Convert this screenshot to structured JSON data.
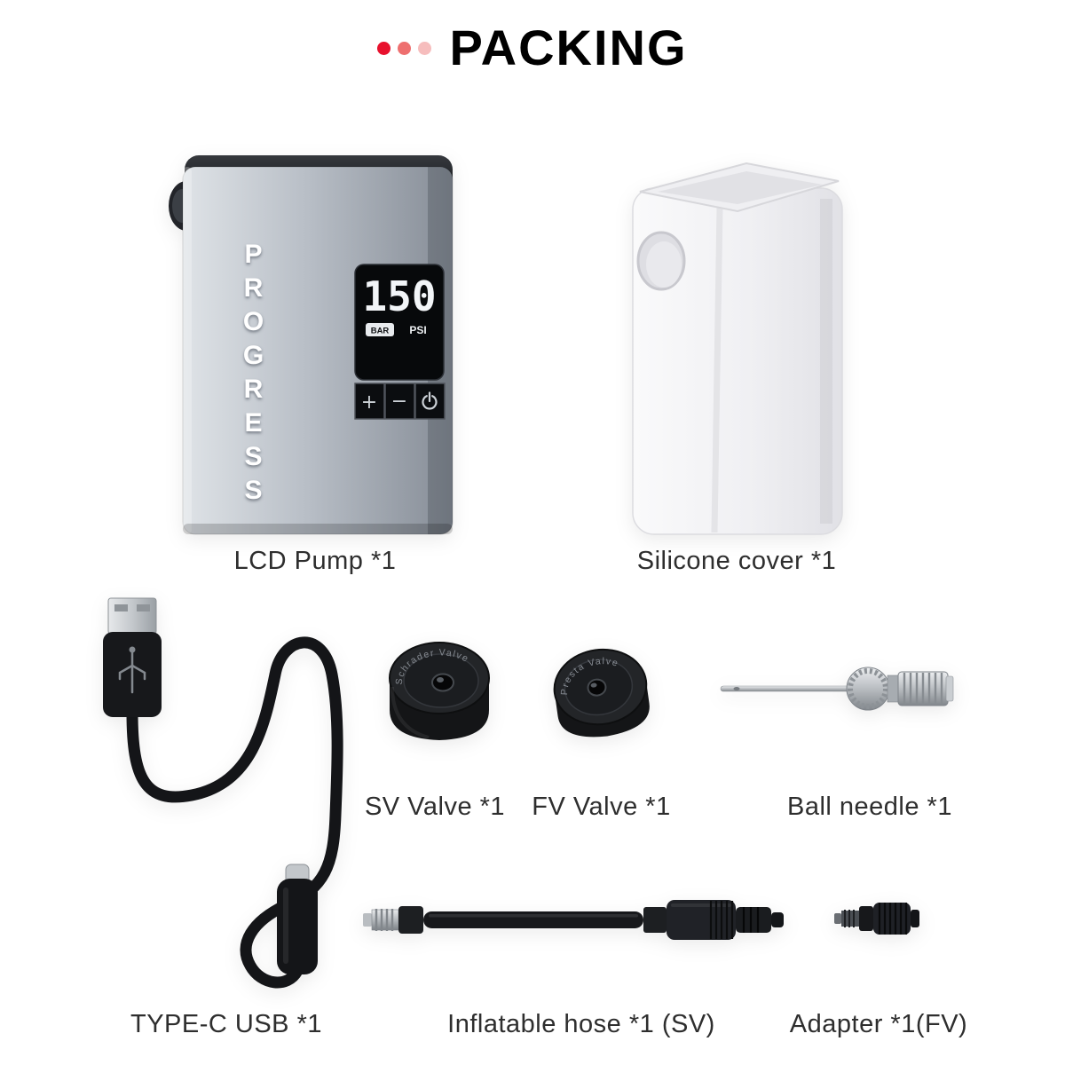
{
  "header": {
    "title": "PACKING",
    "dots": [
      "#e8112d",
      "#ee6f6f",
      "#f6bdbd"
    ]
  },
  "products": {
    "lcd_pump": {
      "label": "LCD Pump *1",
      "brand": "PROGRESS",
      "display": {
        "value": "150",
        "unit_box": "BAR",
        "unit": "PSI"
      },
      "buttons": {
        "plus": "+",
        "minus": "−"
      }
    },
    "silicone_cover": {
      "label": "Silicone cover *1"
    },
    "type_c_usb": {
      "label": "TYPE-C USB *1"
    },
    "sv_valve": {
      "label": "SV Valve *1",
      "engraving": "Schrader Valve"
    },
    "fv_valve": {
      "label": "FV Valve *1",
      "engraving": "Presta Valve"
    },
    "ball_needle": {
      "label": "Ball needle *1"
    },
    "inflatable_hose": {
      "label": "Inflatable hose *1 (SV)"
    },
    "adapter": {
      "label": "Adapter *1(FV)"
    }
  }
}
